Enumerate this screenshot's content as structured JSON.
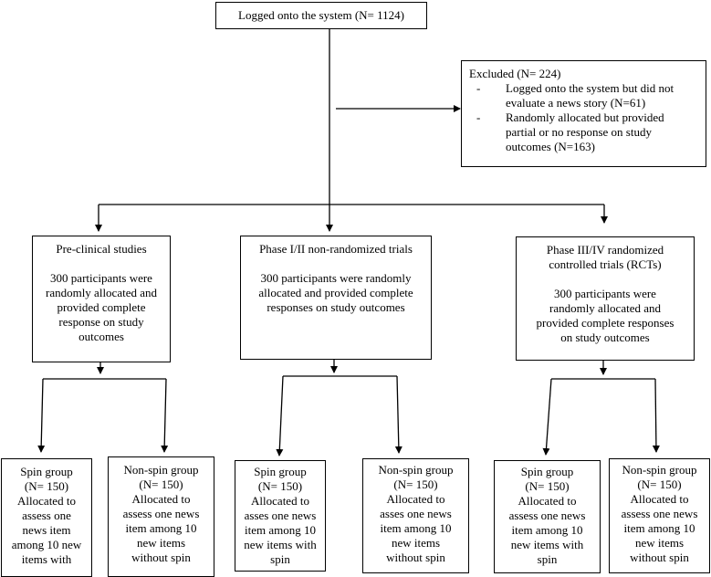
{
  "top": {
    "label": "Logged onto the system (N= 1124)"
  },
  "excluded": {
    "title": "Excluded (N= 224)",
    "items": [
      {
        "dash": "-",
        "lines": [
          "Logged onto the system but did not",
          "evaluate a news story (N=61)"
        ]
      },
      {
        "dash": "-",
        "lines": [
          "Randomly allocated but provided",
          "partial or no response on study",
          "outcomes (N=163)"
        ]
      }
    ]
  },
  "phases": [
    {
      "title": "Pre-clinical studies",
      "body": [
        "300 participants were",
        "randomly allocated and",
        "provided complete",
        "response on study",
        "outcomes"
      ],
      "spin": [
        "Spin group",
        "(N= 150)",
        "Allocated to",
        "assess one",
        "news item",
        "among 10 new",
        "items with"
      ],
      "nonspin": [
        "Non-spin group",
        "(N= 150)",
        "Allocated to",
        "assess one news",
        "item among 10",
        "new items",
        "without spin"
      ]
    },
    {
      "title": "Phase I/II non-randomized trials",
      "body": [
        "300 participants were randomly",
        "allocated and provided complete",
        "responses on study outcomes"
      ],
      "spin": [
        "Spin group",
        "(N= 150)",
        "Allocated to",
        "asses one news",
        "item among 10",
        "new items with",
        "spin"
      ],
      "nonspin": [
        "Non-spin group",
        "(N= 150)",
        "Allocated to",
        "asses one news",
        "item among 10",
        "new items",
        "without spin"
      ]
    },
    {
      "title": "Phase III/IV randomized",
      "title2": "controlled trials (RCTs)",
      "body": [
        "300 participants were",
        "randomly allocated and",
        "provided complete responses",
        "on study outcomes"
      ],
      "spin": [
        "Spin group",
        "(N= 150)",
        "Allocated to",
        "assess one news",
        "item among 10",
        "new items with",
        "spin"
      ],
      "nonspin": [
        "Non-spin group",
        "(N= 150)",
        "Allocated to",
        "assess one news",
        "item among 10",
        "new items",
        "without spin"
      ]
    }
  ]
}
